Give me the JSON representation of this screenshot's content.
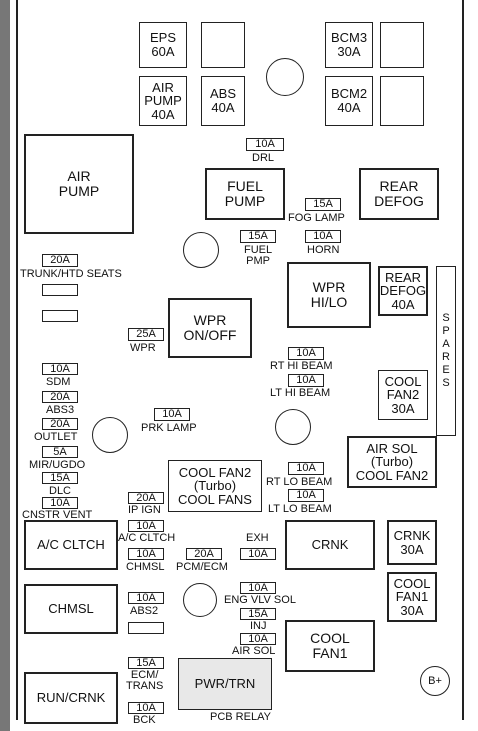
{
  "boxes": {
    "eps": "EPS\n60A",
    "bcm3": "BCM3\n30A",
    "air_pump_40": "AIR\nPUMP\n40A",
    "abs40": "ABS\n40A",
    "bcm2": "BCM2\n40A",
    "air_pump_relay": "AIR\nPUMP",
    "fuel_pump_relay": "FUEL\nPUMP",
    "rear_defog_relay": "REAR\nDEFOG",
    "wpr_hilo": "WPR\nHI/LO",
    "rear_defog_40": "REAR\nDEFOG\n40A",
    "wpr_onoff": "WPR\nON/OFF",
    "cool_fan2_30": "COOL\nFAN2\n30A",
    "air_sol_turbo": "AIR SOL\n(Turbo)\nCOOL FAN2",
    "cool_fan2_turbo": "COOL FAN2\n(Turbo)\nCOOL FANS",
    "ac_clutch_relay": "A/C CLTCH",
    "crnk_relay": "CRNK",
    "crnk_30": "CRNK\n30A",
    "cool_fan1_30": "COOL\nFAN1\n30A",
    "chmsl_relay": "CHMSL",
    "cool_fan1_relay": "COOL\nFAN1",
    "run_crnk": "RUN/CRNK",
    "pwr_trn": "PWR/TRN"
  },
  "fuses": {
    "drl_amp": "10A",
    "drl": "DRL",
    "fog_amp": "15A",
    "fog": "FOG LAMP",
    "fuel_pmp_amp": "15A",
    "fuel_pmp": "FUEL\nPMP",
    "horn_amp": "10A",
    "horn": "HORN",
    "trunk_amp": "20A",
    "trunk": "TRUNK/HTD SEATS",
    "wpr_amp": "25A",
    "wpr": "WPR",
    "rt_hi_amp": "10A",
    "rt_hi": "RT HI BEAM",
    "lt_hi_amp": "10A",
    "lt_hi": "LT HI BEAM",
    "sdm_amp": "10A",
    "sdm": "SDM",
    "abs3_amp": "20A",
    "abs3": "ABS3",
    "outlet_amp": "20A",
    "outlet": "OUTLET",
    "prk_amp": "10A",
    "prk": "PRK LAMP",
    "mir_amp": "5A",
    "mir": "MIR/UGDO",
    "dlc_amp": "15A",
    "dlc": "DLC",
    "cnstr_amp": "10A",
    "cnstr": "CNSTR VENT",
    "rt_lo_amp": "10A",
    "rt_lo": "RT LO BEAM",
    "lt_lo_amp": "10A",
    "lt_lo": "LT LO BEAM",
    "ip_ign_amp": "20A",
    "ip_ign": "IP IGN",
    "ac_cltch_amp": "10A",
    "ac_cltch": "A/C CLTCH",
    "chmsl_amp": "10A",
    "chmsl": "CHMSL",
    "pcm_amp": "20A",
    "pcm": "PCM/ECM",
    "exh_amp": "10A",
    "exh": "EXH",
    "abs2_amp": "10A",
    "abs2": "ABS2",
    "eng_vlv_amp": "10A",
    "eng_vlv": "ENG VLV SOL",
    "inj_amp": "15A",
    "inj": "INJ",
    "air_sol_amp": "10A",
    "air_sol": "AIR SOL",
    "ecm_trans_amp": "15A",
    "ecm_trans": "ECM/\nTRANS",
    "bck_amp": "10A",
    "bck": "BCK"
  },
  "misc": {
    "spares": "SPARES",
    "pcb_relay": "PCB RELAY",
    "b_plus": "B+"
  }
}
